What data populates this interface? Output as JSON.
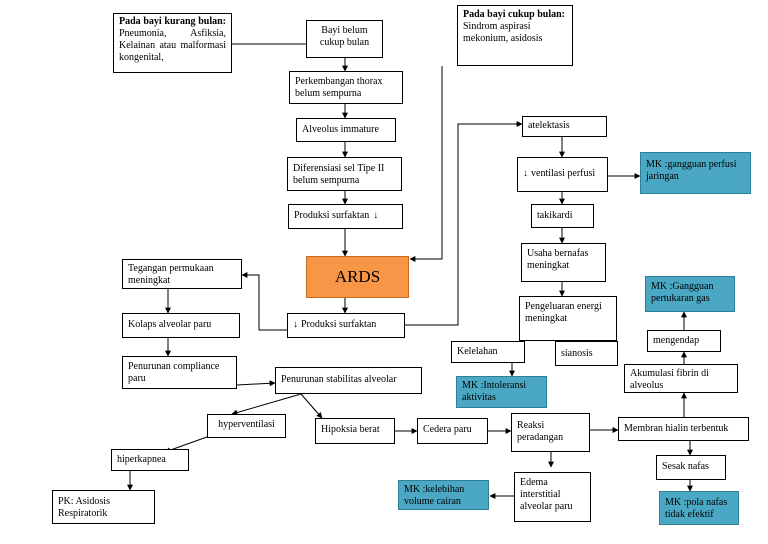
{
  "nodes": {
    "bayi_belum": "Bayi belum cukup bulan",
    "kurang_bulan_title": "Pada bayi kurang bulan:",
    "kurang_bulan_text": "Pneumonia, Asfiksia, Kelainan atau malformasi kongenital,",
    "cukup_bulan_title": "Pada bayi cukup bulan:",
    "cukup_bulan_text": "Sindrom aspirasi mekonium, asidosis",
    "perkembangan": "Perkembangan thorax belum sempurna",
    "alveolus_immature": "Alveolus immature",
    "diferensiasi": "Diferensiasi sel Tipe II belum sempurna",
    "produksi_surfaktan_1": "Produksi surfaktan",
    "ards": "ARDS",
    "produksi_surfaktan_2": "Produksi surfaktan",
    "tegangan": "Tegangan permukaan meningkat",
    "kolaps": "Kolaps alveolar paru",
    "penurunan_compliance": "Penurunan compliance paru",
    "penurunan_stabilitas": "Penurunan stabilitas alveolar",
    "hyperventilasi": "hyperventilasi",
    "hiperkapnea": "hiperkapnea",
    "pk_asidosis": "PK: Asidosis Respiratorik",
    "hipoksia": "Hipoksia berat",
    "cedera_paru": "Cedera paru",
    "reaksi": "Reaksi peradangan",
    "edema": "Edema interstitial alveolar paru",
    "mk_kelebihan": "MK :kelebihan volume cairan",
    "membran": "Membran hialin terbentuk",
    "sesak": "Sesak nafas",
    "mk_pola": "MK :pola nafas tidak efektif",
    "akumulasi": "Akumulasi fibrin di alveolus",
    "mengendap": "mengendap",
    "mk_pertukaran": "MK :Gangguan pertukaran gas",
    "atelektasis": "atelektasis",
    "ventilasi": "ventilasi perfusi",
    "mk_perfusi": "MK :gangguan perfusi jaringan",
    "takikardi": "takikardi",
    "usaha": "Usaha bernafas meningkat",
    "pengeluaran": "Pengeluaran energi meningkat",
    "kelelahan": "Kelelahan",
    "sianosis": "sianosis",
    "mk_intoleransi": "MK :Intoleransi aktivitas"
  },
  "glyphs": {
    "down_arrow": "↓"
  },
  "colors": {
    "mk_fill": "#4aa8c4",
    "ards_fill": "#f79646",
    "line": "#000000"
  }
}
